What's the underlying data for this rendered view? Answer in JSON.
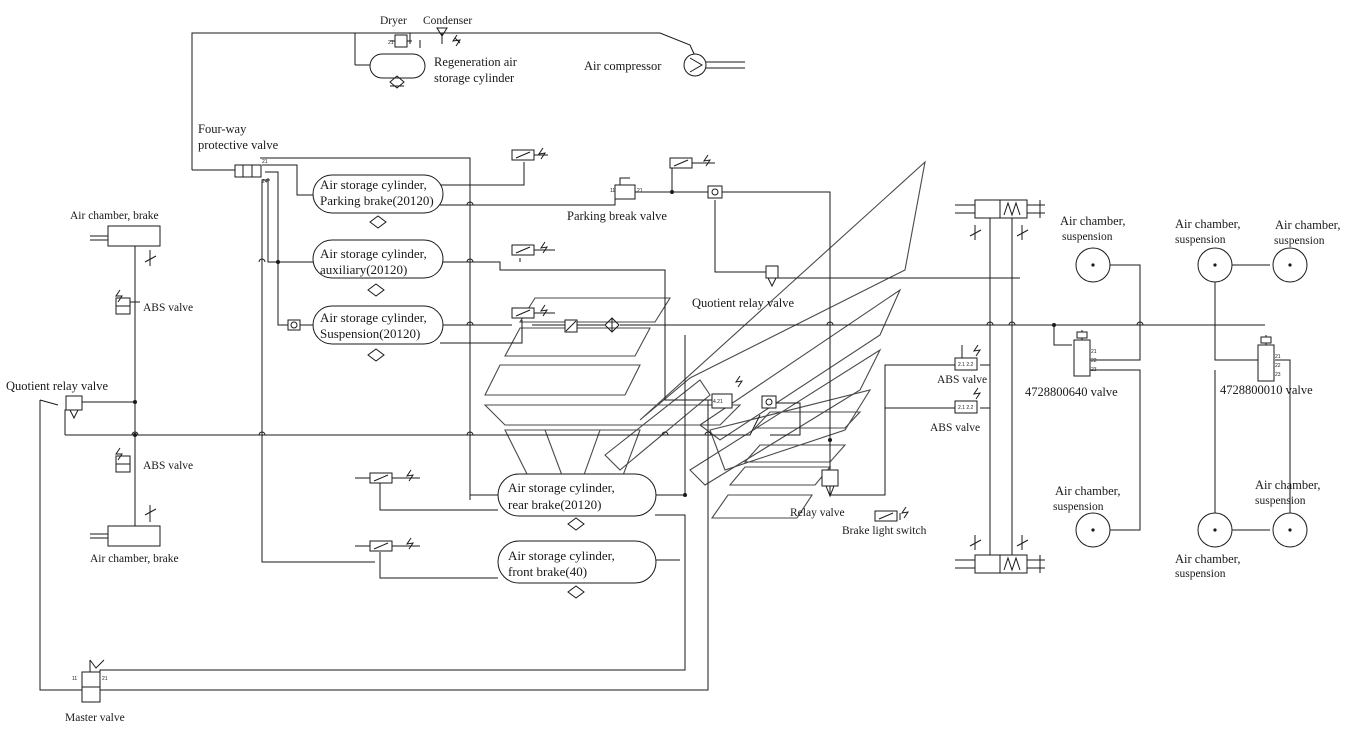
{
  "labels": {
    "dryer": "Dryer",
    "condenser": "Condenser",
    "regen_1": "Regeneration air",
    "regen_2": "storage cylinder",
    "air_compressor": "Air compressor",
    "four_way_1": "Four-way",
    "four_way_2": "protective valve",
    "cyl_parking_1": "Air storage cylinder,",
    "cyl_parking_2": "Parking brake(20120)",
    "cyl_aux_1": "Air storage cylinder,",
    "cyl_aux_2": "auxiliary(20120)",
    "cyl_susp_1": "Air storage cylinder,",
    "cyl_susp_2": "Suspension(20120)",
    "cyl_rear_1": "Air storage cylinder,",
    "cyl_rear_2": "rear brake(20120)",
    "cyl_front_1": "Air storage cylinder,",
    "cyl_front_2": "front brake(40)",
    "parking_valve": "Parking break valve",
    "quotient_relay_valve_top": "Quotient relay valve",
    "quotient_relay_valve_left": "Quotient relay valve",
    "air_chamber_brake_top": "Air chamber, brake",
    "air_chamber_brake_bottom": "Air chamber, brake",
    "abs_left_upper": "ABS valve",
    "abs_left_lower": "ABS valve",
    "abs_right_upper": "ABS valve",
    "abs_right_lower": "ABS valve",
    "relay_valve": "Relay valve",
    "brake_light_switch": "Brake light switch",
    "master_valve": "Master valve",
    "valve_640": "4728800640 valve",
    "valve_010": "4728800010 valve",
    "susp_1_a": "Air chamber,",
    "susp_1_b": "suspension",
    "susp_2_a": "Air chamber,",
    "susp_2_b": "suspension",
    "susp_3_a": "Air chamber,",
    "susp_3_b": "suspension",
    "susp_4_a": "Air chamber,",
    "susp_4_b": "suspension",
    "susp_5_a": "Air chamber,",
    "susp_5_b": "suspension",
    "susp_6_a": "Air chamber,",
    "susp_6_b": "suspension"
  }
}
